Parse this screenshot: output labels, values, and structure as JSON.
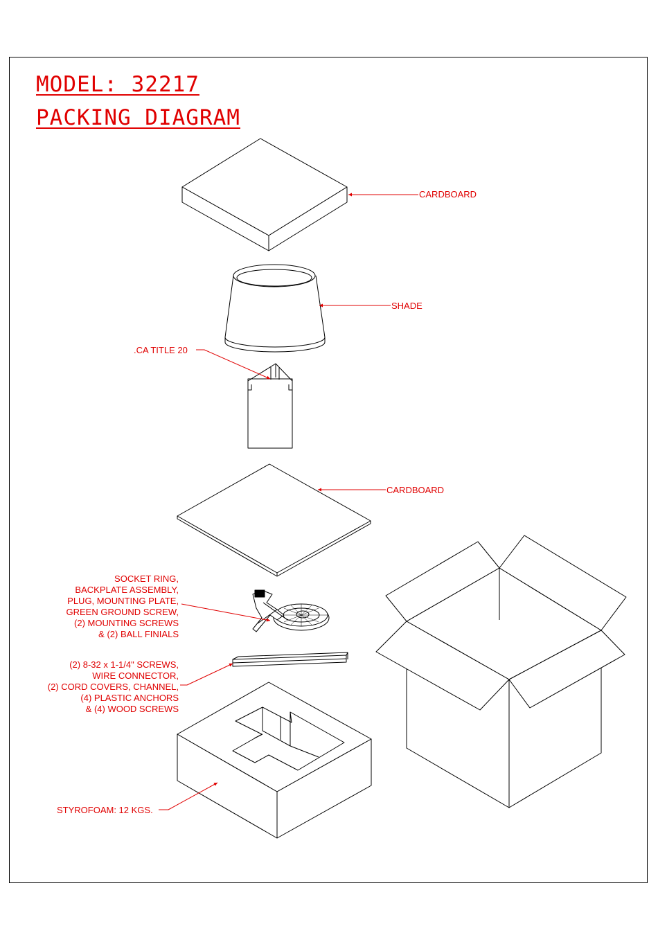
{
  "titles": {
    "model": "MODEL: 32217",
    "diagram": "PACKING DIAGRAM"
  },
  "labels": {
    "cardboard_top": "CARDBOARD",
    "shade": "SHADE",
    "ca_title": ".CA TITLE 20",
    "cardboard_mid": "CARDBOARD",
    "hardware_lines": [
      "SOCKET RING,",
      "BACKPLATE ASSEMBLY,",
      "PLUG, MOUNTING PLATE,",
      "GREEN GROUND SCREW,",
      "(2) MOUNTING SCREWS",
      "& (2) BALL FINIALS"
    ],
    "screws_lines": [
      "(2) 8-32 x 1-1/4\" SCREWS,",
      "WIRE CONNECTOR,",
      "(2) CORD COVERS, CHANNEL,",
      "(4) PLASTIC ANCHORS",
      "& (4) WOOD SCREWS"
    ],
    "styrofoam": "STYROFOAM: 12 KGS."
  },
  "colors": {
    "annotation": "#e00000",
    "line": "#000000"
  }
}
